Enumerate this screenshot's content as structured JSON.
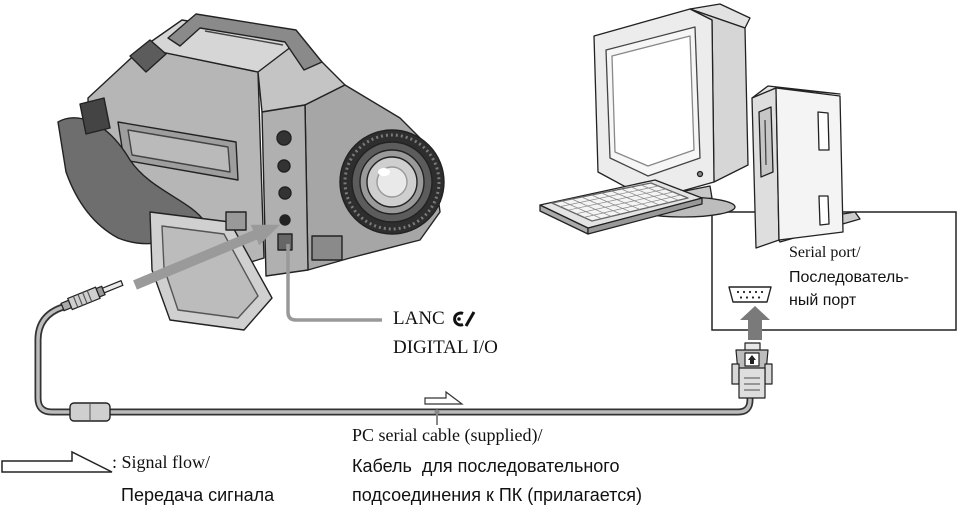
{
  "diagram": {
    "camcorder_port_label": {
      "line1": "LANC",
      "line2": "DIGITAL I/O"
    },
    "serial_port_label": {
      "en": "Serial port/",
      "ru_line1": "Последователь-",
      "ru_line2": "ный порт"
    },
    "cable_label": {
      "en": "PC serial cable (supplied)/",
      "ru_line1": "Кабель  для последовательного",
      "ru_line2": "подсоединения к ПК (прилагается)"
    },
    "legend": {
      "en": ": Signal flow/",
      "ru": "Передача сигнала"
    }
  },
  "icons": {
    "lanc": "lanc-icon",
    "serial_port": "serial-port-icon",
    "signal_flow": "signal-flow-arrow-icon",
    "connection_arrow": "up-arrow-icon",
    "insert_arrow": "insert-arrow-icon"
  },
  "colors": {
    "outline": "#222222",
    "cable": "#b8b8b8",
    "arrow": "#9a9a9a",
    "leader_line": "#999999"
  }
}
